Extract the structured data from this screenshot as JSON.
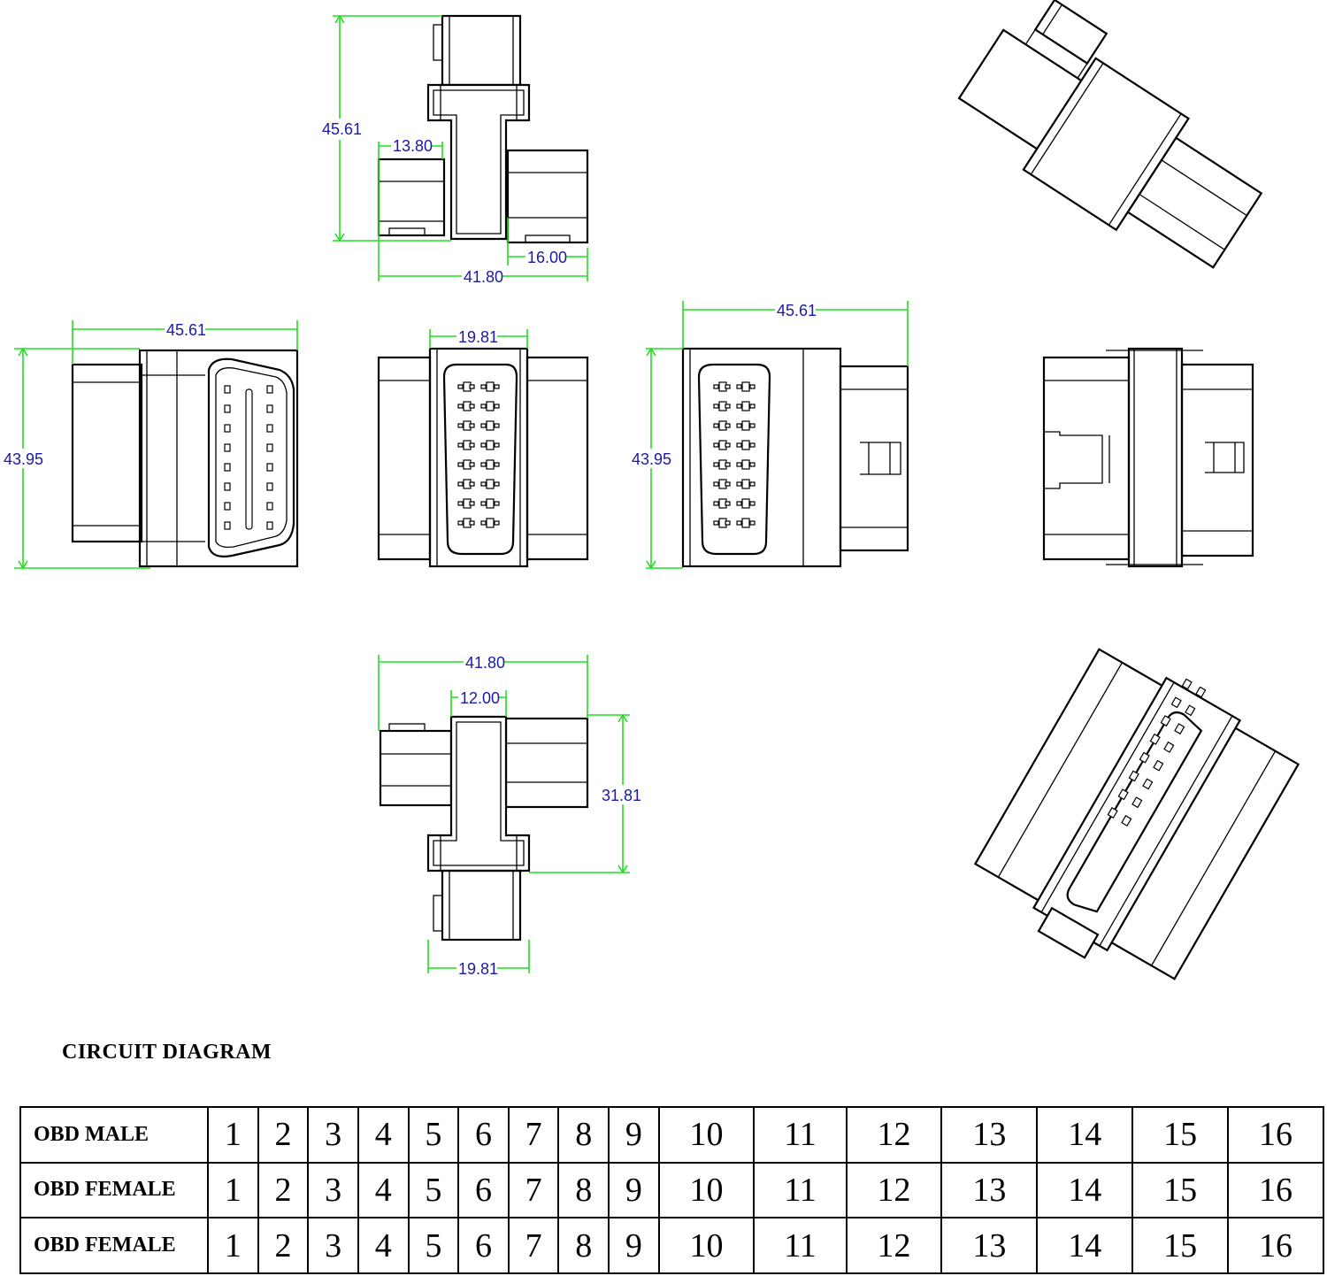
{
  "dimensions": {
    "top_height": "45.61",
    "top_inner": "13.80",
    "top_right": "16.00",
    "top_width": "41.80",
    "left_width": "45.61",
    "left_height": "43.95",
    "center_width": "19.81",
    "right_width": "45.61",
    "right_height": "43.95",
    "bottom_width": "41.80",
    "bottom_inner": "12.00",
    "bottom_height": "31.81",
    "bottom_base": "19.81"
  },
  "circuit": {
    "heading": "CIRCUIT DIAGRAM",
    "rows": [
      {
        "label": "OBD MALE",
        "pins": [
          "1",
          "2",
          "3",
          "4",
          "5",
          "6",
          "7",
          "8",
          "9",
          "10",
          "11",
          "12",
          "13",
          "14",
          "15",
          "16"
        ]
      },
      {
        "label": "OBD FEMALE",
        "pins": [
          "1",
          "2",
          "3",
          "4",
          "5",
          "6",
          "7",
          "8",
          "9",
          "10",
          "11",
          "12",
          "13",
          "14",
          "15",
          "16"
        ]
      },
      {
        "label": "OBD FEMALE",
        "pins": [
          "1",
          "2",
          "3",
          "4",
          "5",
          "6",
          "7",
          "8",
          "9",
          "10",
          "11",
          "12",
          "13",
          "14",
          "15",
          "16"
        ]
      }
    ]
  },
  "colors": {
    "dimension_line": "#1ee01e",
    "dimension_text": "#1a1aa6",
    "outline": "#000000"
  }
}
